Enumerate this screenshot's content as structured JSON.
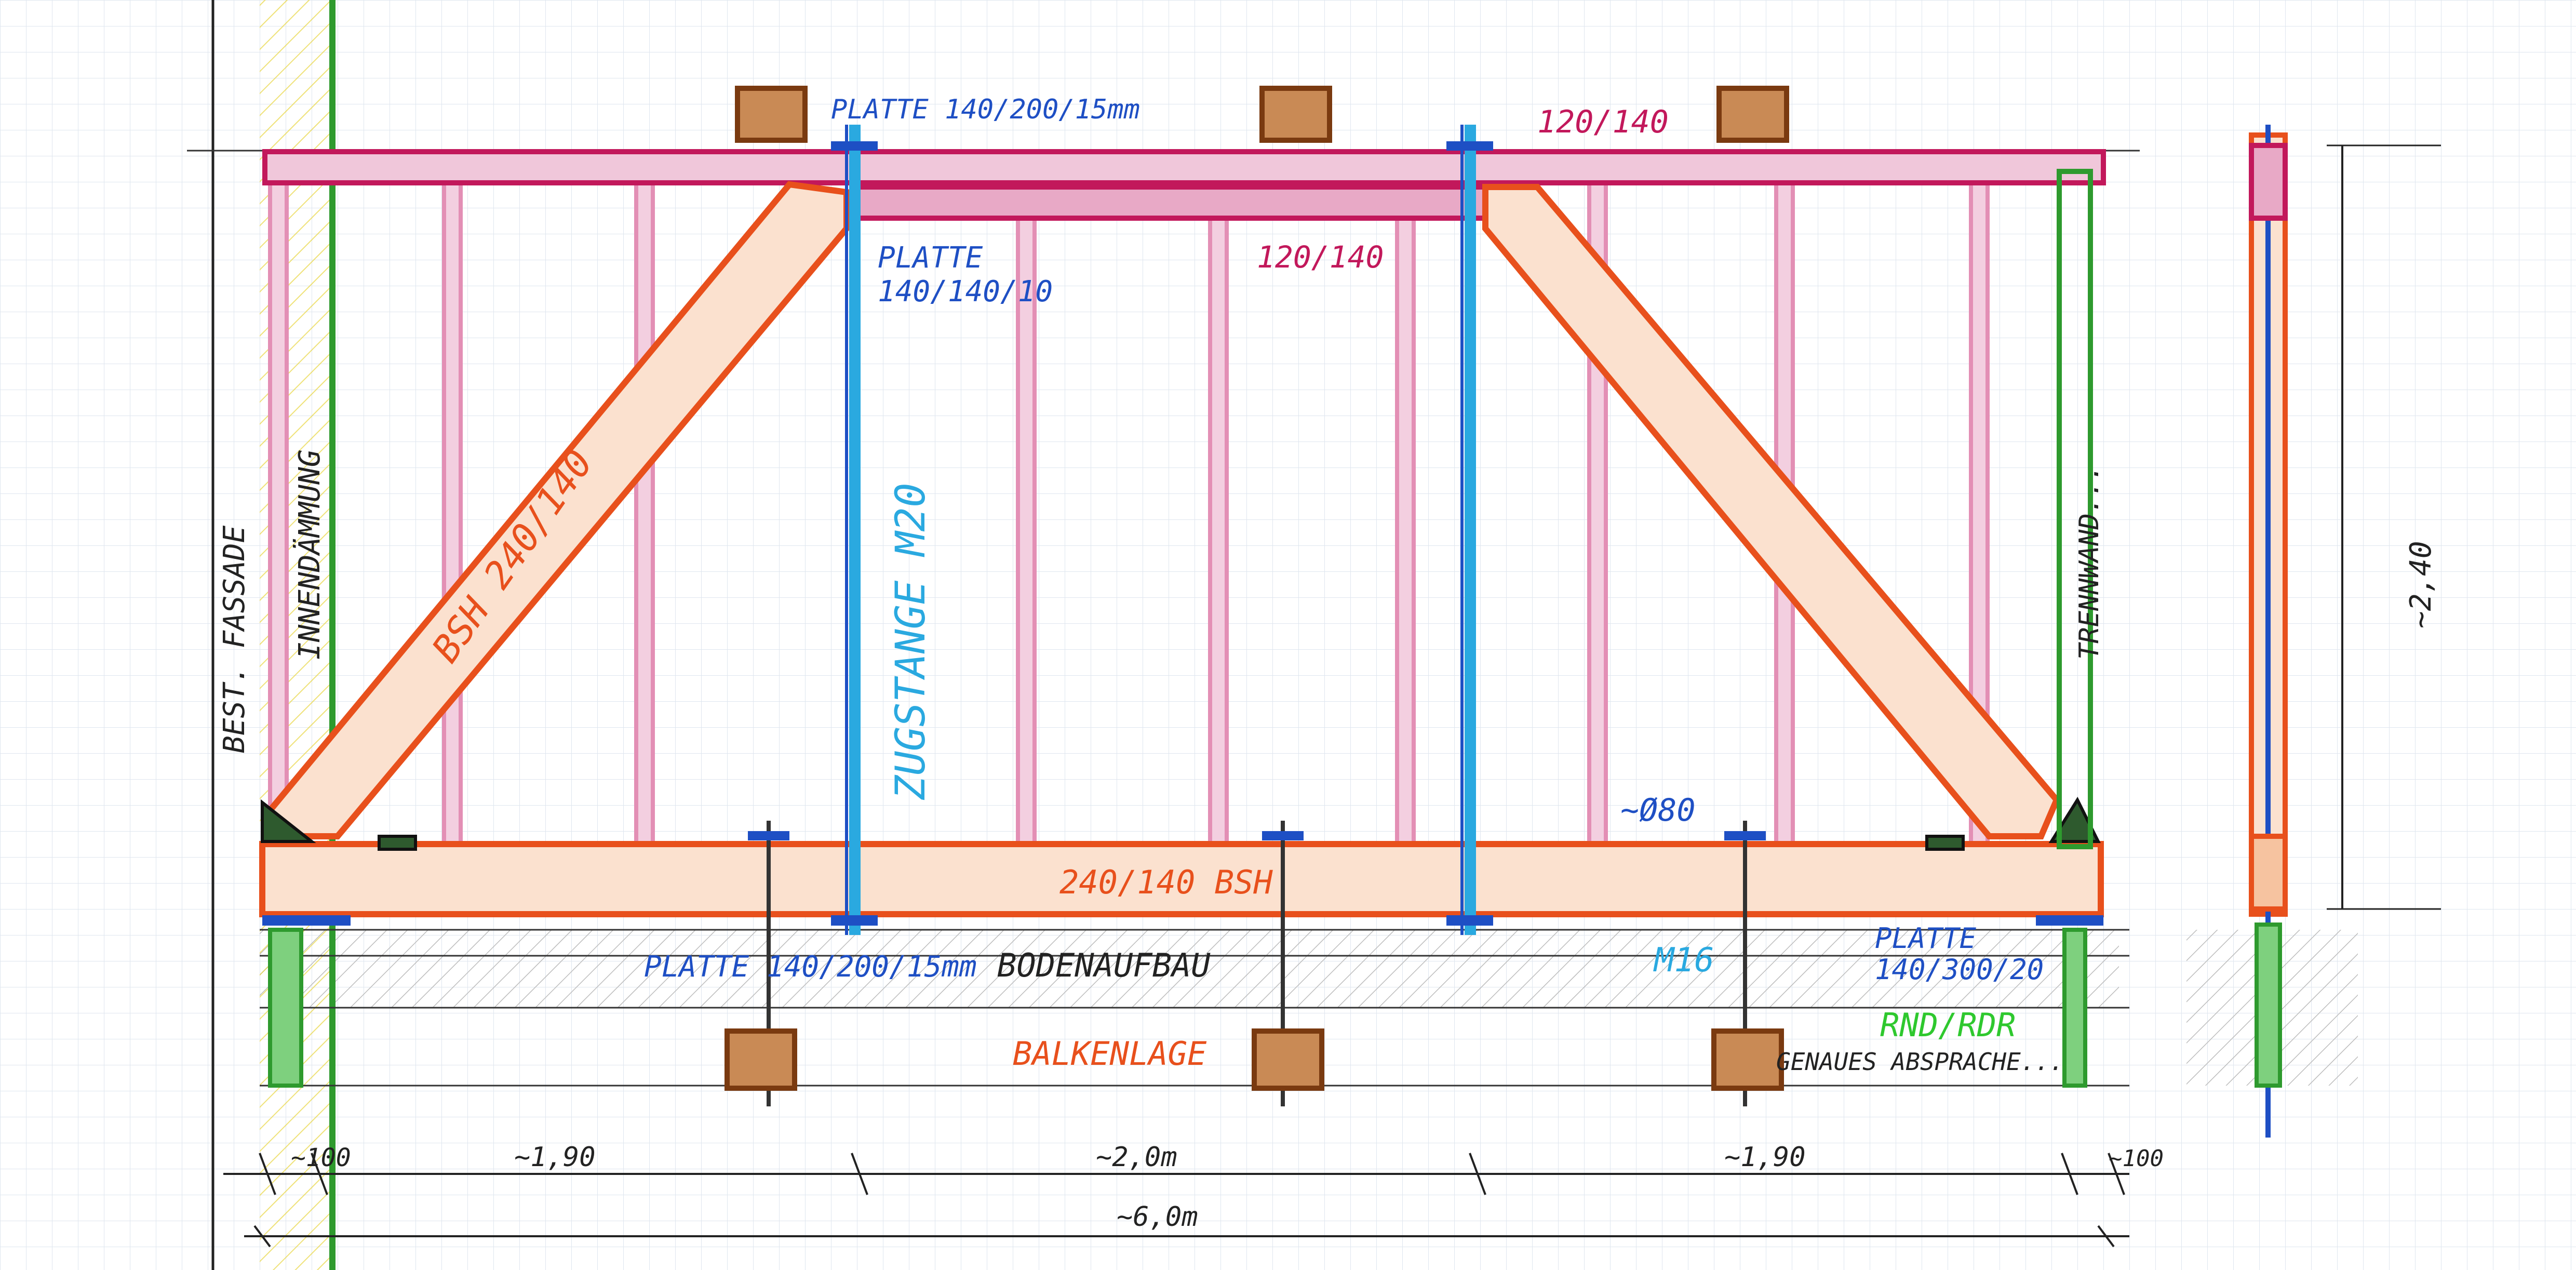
{
  "labels": {
    "plate_top": "PLATTE 140/200/15mm",
    "beam_top": "120/140",
    "plate_mid": "PLATTE",
    "plate_mid_dims": "140/140/10",
    "beam_mid": "120/140",
    "diagonal": "BSH 240/140",
    "tie_rod": "ZUGSTANGE M20",
    "facade": "BEST. FASSADE",
    "insulation": "INNENDÄMMUNG",
    "partition": "TRENNWAND...",
    "dia_80": "~Ø80",
    "bottom_beam": "240/140 BSH",
    "plate_bottom": "PLATTE 140/200/15mm",
    "floor_build": "BODENAUFBAU",
    "joists": "BALKENLAGE",
    "m16": "M16",
    "plate_right": "PLATTE",
    "plate_right_dims": "140/300/20",
    "rnd_rdr": "RND/RDR",
    "note": "GENAUES ABSPRACHE..."
  },
  "dimensions": {
    "left_edge": "~100",
    "span_1": "~1,90",
    "span_2": "~2,0m",
    "span_3": "~1,90",
    "right_edge": "~100",
    "total": "~6,0m",
    "height": "~2,40"
  },
  "colors": {
    "magenta": "#c2185b",
    "pink": "#e38fb5",
    "orange": "#e8501c",
    "orange_fill": "#f6c3a0",
    "blue": "#1e4fc4",
    "cyan": "#2aa9e0",
    "green": "#2e9a2e",
    "brown": "#9a4a1a",
    "yellow": "#f0e060",
    "grid": "#dfe6ef",
    "ink": "#222222"
  }
}
